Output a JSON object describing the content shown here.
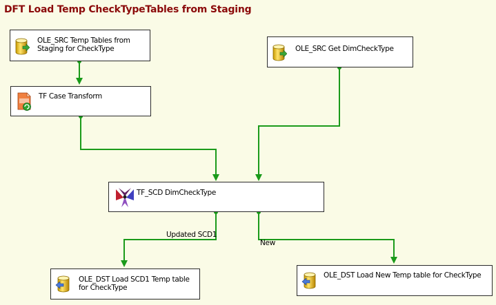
{
  "title": "DFT Load Temp CheckTypeTables from Staging",
  "components": {
    "src_staging": {
      "label": "OLE_SRC Temp Tables from Staging for CheckType",
      "icon": "database-source-icon"
    },
    "src_dim": {
      "label": "OLE_SRC Get DimCheckType",
      "icon": "database-source-icon"
    },
    "case_transform": {
      "label": "TF Case Transform",
      "icon": "character-map-transform-icon"
    },
    "scd": {
      "label": "TF_SCD DimCheckType",
      "icon": "slowly-changing-dimension-icon"
    },
    "dst_scd1": {
      "label": "OLE_DST Load SCD1 Temp table for CheckType",
      "icon": "database-destination-icon"
    },
    "dst_new": {
      "label": "OLE_DST Load New Temp table for CheckType",
      "icon": "database-destination-icon"
    }
  },
  "paths": {
    "updated_label": "Updated SCD1",
    "new_label": "New"
  },
  "colors": {
    "title": "#8b0a0a",
    "canvas": "#fafbe6",
    "path": "#1a9a1a",
    "node_border": "#2a2a2a"
  }
}
